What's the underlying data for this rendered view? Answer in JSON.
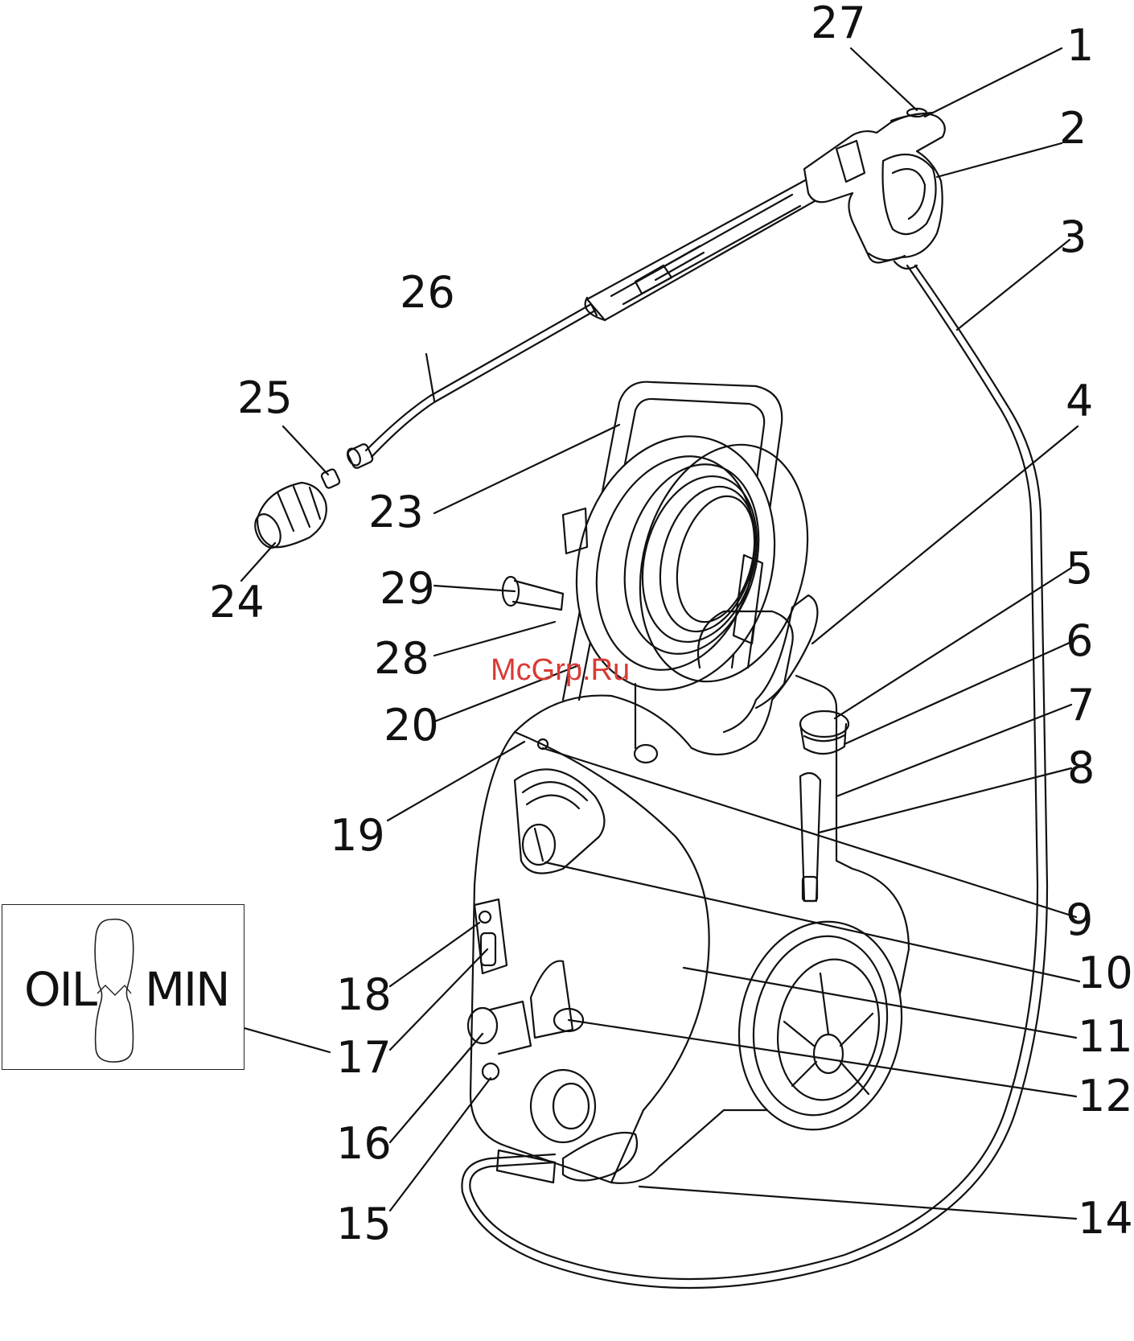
{
  "labels": [
    "27",
    "1",
    "2",
    "3",
    "26",
    "25",
    "4",
    "23",
    "24",
    "29",
    "5",
    "28",
    "6",
    "20",
    "7",
    "8",
    "19",
    "9",
    "10",
    "18",
    "11",
    "17",
    "12",
    "16",
    "15",
    "14"
  ],
  "inset": {
    "left_text": "OIL",
    "right_text": "MIN"
  },
  "watermark": "McGrp.Ru"
}
